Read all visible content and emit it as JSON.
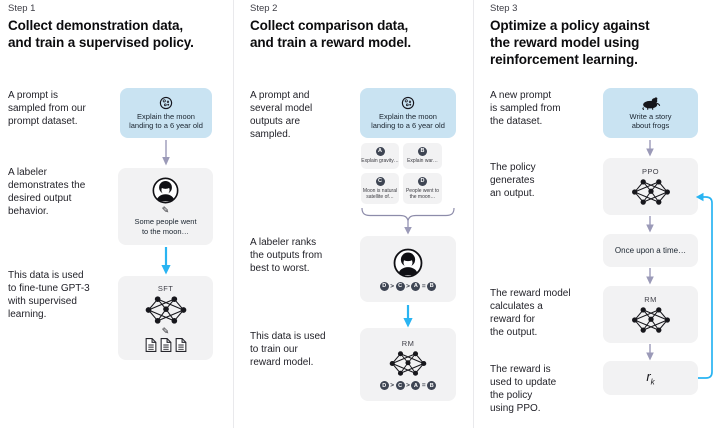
{
  "colors": {
    "prompt_box_blue": "#c9e3f2",
    "box_gray": "#f2f2f3",
    "badge_dark": "#3e4553",
    "arrow_gray": "#9b9ab8",
    "arrow_blue": "#29b4f2"
  },
  "icons": {
    "pencil": "✎"
  },
  "step1": {
    "label": "Step 1",
    "title": "Collect demonstration data,\nand train a supervised policy.",
    "captions": {
      "prompt": "A prompt is\nsampled from our\nprompt dataset.",
      "labeler": "A labeler\ndemonstrates the\ndesired output\nbehavior.",
      "finetune": "This data is used\nto fine-tune GPT-3\nwith supervised\nlearning."
    },
    "prompt_box": {
      "text": "Explain the moon\nlanding to a 6 year old"
    },
    "labeler_box": {
      "text": "Some people went\nto the moon…"
    },
    "model_box": {
      "label": "SFT"
    }
  },
  "step2": {
    "label": "Step 2",
    "title": "Collect comparison data,\nand train a reward model.",
    "captions": {
      "sampled": "A prompt and\nseveral model\noutputs are\nsampled.",
      "ranks": "A labeler ranks\nthe outputs from\nbest to worst.",
      "train": "This data is used\nto train our\nreward model."
    },
    "prompt_box": {
      "text": "Explain the moon\nlanding to a 6 year old"
    },
    "outputs": [
      {
        "id": "A",
        "text": "Explain gravity…"
      },
      {
        "id": "B",
        "text": "Explain war…"
      },
      {
        "id": "C",
        "text": "Moon is natural\nsatellite of…"
      },
      {
        "id": "D",
        "text": "People went to\nthe moon…"
      }
    ],
    "ranking": [
      "D",
      ">",
      "C",
      ">",
      "A",
      "=",
      "B"
    ],
    "model_box": {
      "label": "RM"
    }
  },
  "step3": {
    "label": "Step 3",
    "title": "Optimize a policy against\nthe reward model using\nreinforcement learning.",
    "captions": {
      "prompt": "A new prompt\nis sampled from\nthe dataset.",
      "policy": "The policy\ngenerates\nan output.",
      "reward": "The reward model\ncalculates a\nreward for\nthe output.",
      "update": "The reward is\nused to update\nthe policy\nusing PPO."
    },
    "prompt_box": {
      "text": "Write a story\nabout frogs"
    },
    "policy_box": {
      "label": "PPO"
    },
    "output_box": {
      "text": "Once upon a time…"
    },
    "reward_model_box": {
      "label": "RM"
    },
    "reward_box": {
      "base": "r",
      "sub": "k"
    }
  }
}
